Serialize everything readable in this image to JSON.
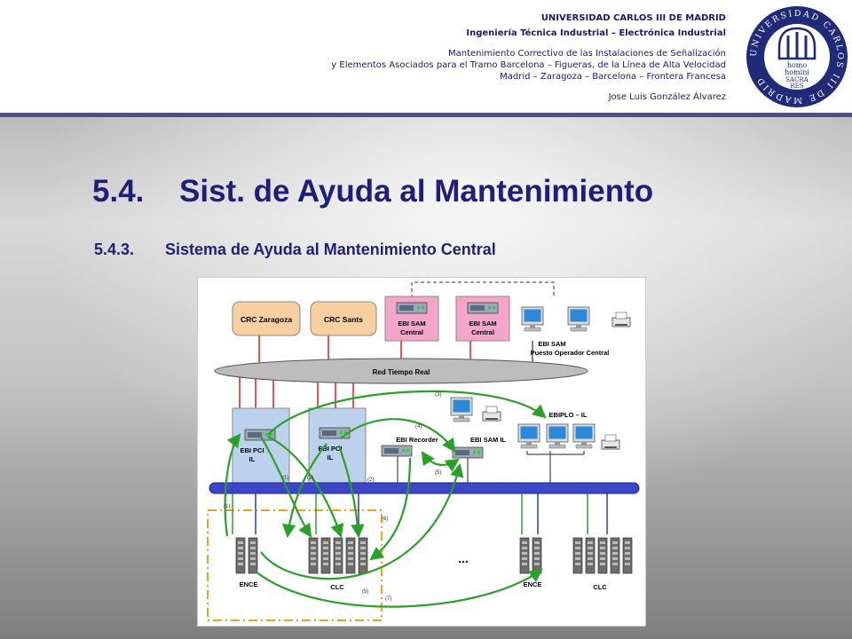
{
  "header": {
    "university": "UNIVERSIDAD CARLOS III DE MADRID",
    "degree": "Ingeniería Técnica Industrial – Electrónica Industrial",
    "project_line1": "Mantenimiento Correctivo de las Instalaciones de Señalización",
    "project_line2": "y Elementos Asociados para el Tramo Barcelona – Figueras, de la Línea de Alta Velocidad",
    "project_line3": "Madrid – Zaragoza – Barcelona – Frontera Francesa",
    "author": "Jose Luis González Álvarez"
  },
  "logo": {
    "ring_text": "UNIVERSIDAD CARLOS III DE MADRID",
    "motto_1": "homo",
    "motto_2": "homini",
    "motto_3": "SACRA",
    "motto_4": "RES"
  },
  "title": {
    "number": "5.4.",
    "text": "Sist. de Ayuda al Mantenimiento"
  },
  "subtitle": {
    "number": "5.4.3.",
    "text": "Sistema de Ayuda al Mantenimiento Central"
  },
  "diagram": {
    "crc_zaragoza": "CRC Zaragoza",
    "crc_sants": "CRC Sants",
    "ebi_sam_central_1_a": "EBI SAM",
    "ebi_sam_central_1_b": "Central",
    "ebi_sam_central_2_a": "EBI SAM",
    "ebi_sam_central_2_b": "Central",
    "operator_a": "EBI SAM",
    "operator_b": "Puesto Operador Central",
    "network": "Red Tiempo Real",
    "pci_1_a": "EBI PCI",
    "pci_1_b": "IL",
    "pci_2_a": "EBI PCI",
    "pci_2_b": "IL",
    "recorder": "EBI Recorder",
    "sam_il": "EBI SAM IL",
    "ebiplo": "EBIPLO – IL",
    "ence_1": "ENCE",
    "clc_1": "CLC",
    "ence_2": "ENCE",
    "clc_2": "CLC",
    "ellipsis": "...",
    "link_1a": "(1)",
    "link_1b": "(1)",
    "link_2a": "(2)",
    "link_2b": "(2)",
    "link_3": "(3)",
    "link_4": "(4)",
    "link_5a": "(5)",
    "link_5b": "(5)",
    "link_6": "(6)",
    "link_7": "(7)"
  },
  "colors": {
    "title": "#1f1f7a",
    "accent_bar": "#4a4f8a",
    "crc_box": "#f7cfa0",
    "sam_box": "#f5a6c8",
    "pci_box": "#bcd2ec",
    "bus": "#3b46c8",
    "red_link": "#e02020",
    "green_link": "#2aa02a",
    "blue_link": "#2a3ac8",
    "orange_dash": "#f0a020"
  }
}
